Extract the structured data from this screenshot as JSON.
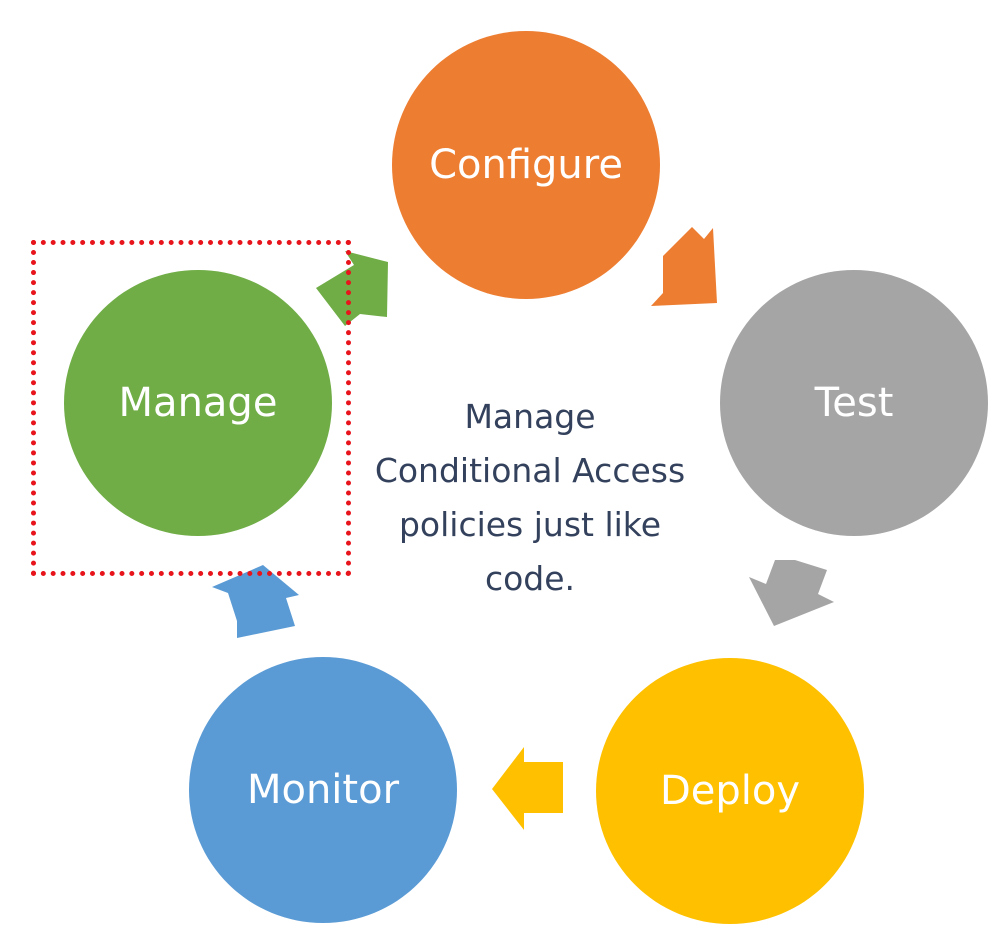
{
  "center_text": {
    "line1": "Manage",
    "line2": "Conditional Access",
    "line3": "policies just like",
    "line4": "code."
  },
  "nodes": {
    "configure": {
      "label": "Configure",
      "color": "#ED7D31"
    },
    "test": {
      "label": "Test",
      "color": "#A5A5A5"
    },
    "deploy": {
      "label": "Deploy",
      "color": "#FFC000"
    },
    "monitor": {
      "label": "Monitor",
      "color": "#5B9BD5"
    },
    "manage": {
      "label": "Manage",
      "color": "#70AD47"
    }
  },
  "arrows": {
    "configure_to_test": {
      "color": "#ED7D31",
      "icon": "arrow-down-right"
    },
    "test_to_deploy": {
      "color": "#A5A5A5",
      "icon": "arrow-down-left"
    },
    "deploy_to_monitor": {
      "color": "#FFC000",
      "icon": "arrow-left"
    },
    "monitor_to_manage": {
      "color": "#5B9BD5",
      "icon": "arrow-up"
    },
    "manage_to_configure": {
      "color": "#70AD47",
      "icon": "arrow-up-right"
    }
  },
  "highlight": {
    "color": "#E8141B",
    "target": "manage"
  }
}
